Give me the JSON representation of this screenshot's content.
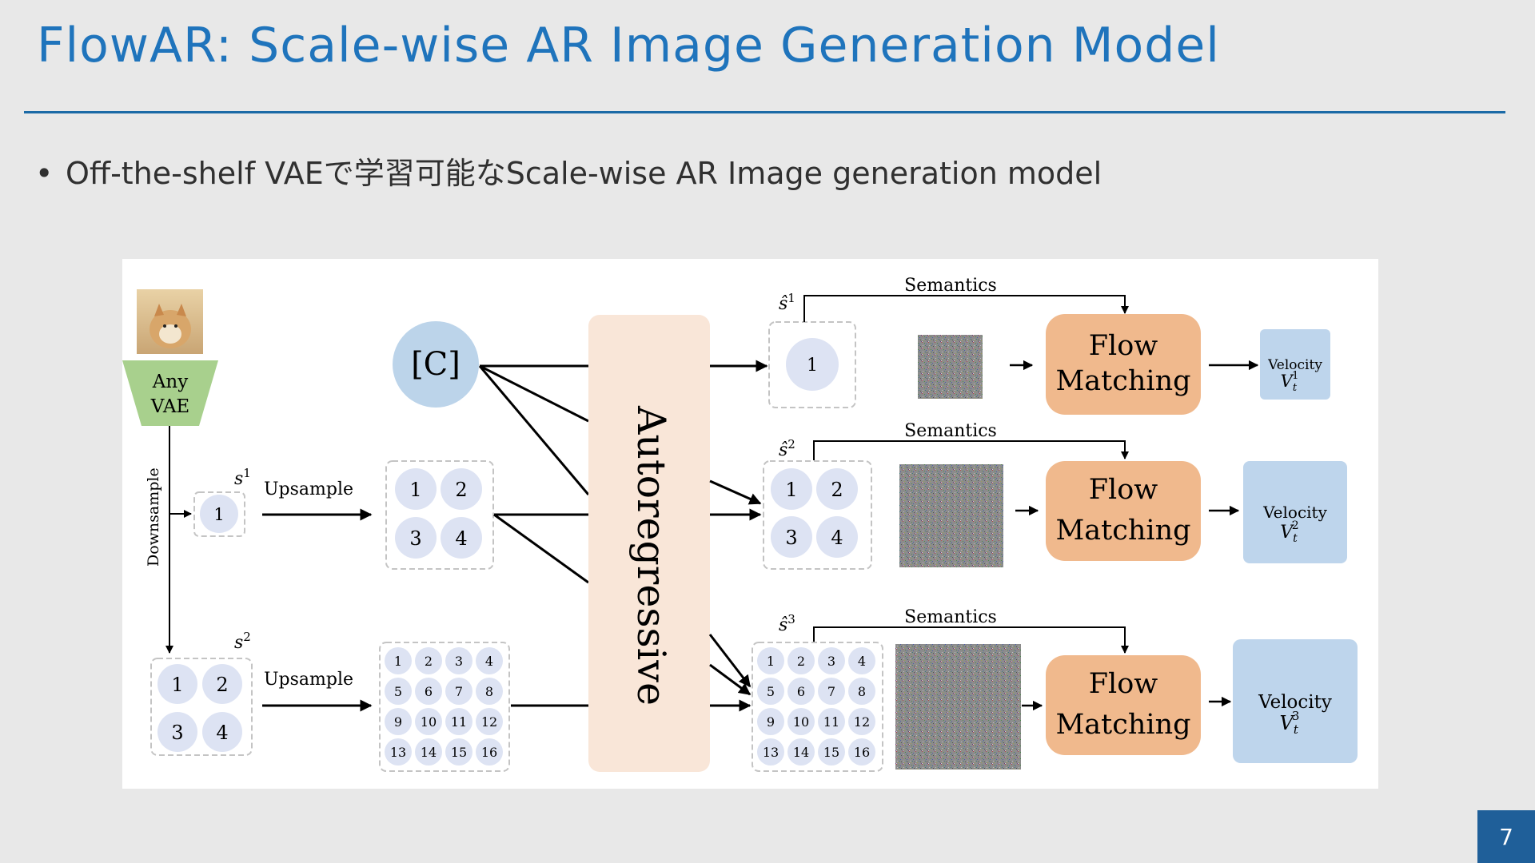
{
  "slide": {
    "title": "FlowAR: Scale-wise AR Image Generation Model",
    "bullet": "Off-the-shelf VAEで学習可能なScale-wise AR Image generation model",
    "page_number": "7"
  },
  "figure": {
    "encoder": {
      "line1": "Any",
      "line2": "VAE"
    },
    "downsample_label": "Downsample",
    "scale_labels": {
      "s": "s",
      "s_hat": "ŝ",
      "sup1": "1",
      "sup2": "2",
      "sup3": "3"
    },
    "upsample_label": "Upsample",
    "class_token": "[C]",
    "autoregressive_label": "Autoregressive",
    "semantics_label": "Semantics",
    "flow_matching": {
      "line1": "Flow",
      "line2": "Matching"
    },
    "velocity": {
      "word": "Velocity",
      "symbol": "V",
      "sub": "t"
    },
    "tokens_1": [
      "1"
    ],
    "tokens_4": [
      "1",
      "2",
      "3",
      "4"
    ],
    "tokens_16": [
      "1",
      "2",
      "3",
      "4",
      "5",
      "6",
      "7",
      "8",
      "9",
      "10",
      "11",
      "12",
      "13",
      "14",
      "15",
      "16"
    ]
  },
  "colors": {
    "title": "#1f74bc",
    "rule": "#1b6aa6",
    "vae_trapezoid": "#a8d08d",
    "token_circle": "#dde3f3",
    "class_token_circle": "#bcd4ea",
    "autoregressive_bg": "#f9e6d8",
    "flow_matching_bg": "#f0b98d",
    "velocity_bg": "#bed5ec",
    "page_badge": "#1f5f99"
  }
}
